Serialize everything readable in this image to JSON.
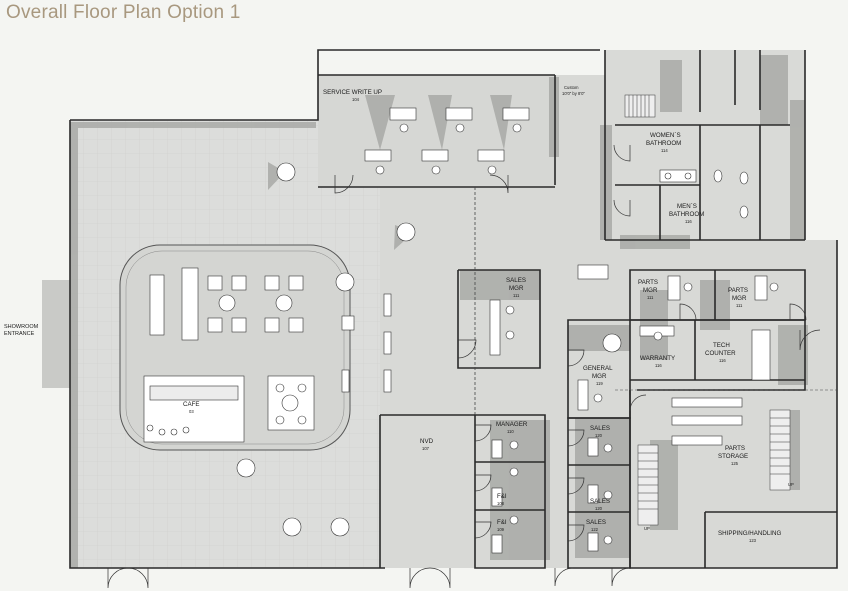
{
  "title": "Overall Floor Plan Option 1",
  "entrance": {
    "line1": "SHOWROOM",
    "line2": "ENTRANCE"
  },
  "rooms": {
    "service_write_up": {
      "name": "SERVICE WRITE UP",
      "num": "104"
    },
    "womens_bathroom": {
      "name1": "WOMEN`S",
      "name2": "BATHROOM",
      "num": "114"
    },
    "mens_bathroom": {
      "name1": "MEN`S",
      "name2": "BATHROOM",
      "num": "116"
    },
    "sales_mgr": {
      "name1": "SALES",
      "name2": "MGR",
      "num": "111"
    },
    "parts_mgr_a": {
      "name1": "PARTS",
      "name2": "MGR",
      "num": "111"
    },
    "parts_mgr_b": {
      "name1": "PARTS",
      "name2": "MGR",
      "num": "111"
    },
    "general_mgr": {
      "name1": "GENERAL",
      "name2": "MGR",
      "num": "119"
    },
    "warranty": {
      "name": "WARRANTY",
      "num": "116"
    },
    "tech_counter": {
      "name1": "TECH",
      "name2": "COUNTER",
      "num": "116"
    },
    "cafe": {
      "name": "CAFE",
      "num": "03"
    },
    "nvd": {
      "name": "NVD",
      "num": "107"
    },
    "manager": {
      "name": "MANAGER",
      "num": "110"
    },
    "sales_a": {
      "name": "SALES",
      "num": "120"
    },
    "sales_b": {
      "name": "SALES",
      "num": "120"
    },
    "sales_c": {
      "name": "SALES",
      "num": "122"
    },
    "fi_a": {
      "name": "F&I",
      "num": "108"
    },
    "fi_b": {
      "name": "F&I",
      "num": "109"
    },
    "parts_storage": {
      "name1": "PARTS",
      "name2": "STORAGE",
      "num": "125"
    },
    "shipping": {
      "name": "SHIPPING/HANDLING",
      "num": "123"
    }
  },
  "annotations": {
    "custom": "Custom",
    "custom_size": "10'0\" by 8'0\"",
    "up_a": "UP",
    "up_b": "UP"
  },
  "colors": {
    "floor": "#d9dad7",
    "wall": "#2a2a2a",
    "shadow": "#a9aaa7",
    "furniture": "#ffffff",
    "title": "#a8987f"
  }
}
